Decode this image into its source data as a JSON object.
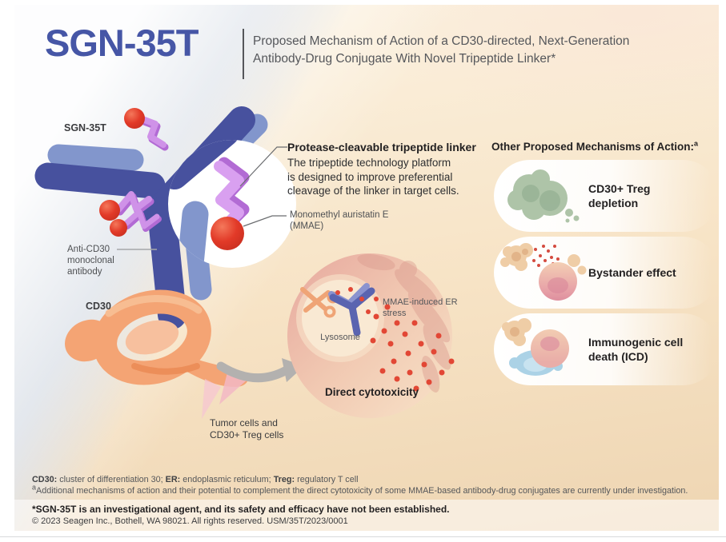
{
  "header": {
    "brand": "SGN-35T",
    "subtitle_lines": [
      "Proposed Mechanism of Action of a CD30-directed, Next-Generation",
      "Antibody-Drug Conjugate With Novel Tripeptide Linker*"
    ]
  },
  "antibody": {
    "label": "SGN-35T",
    "anti_cd30_label": "Anti-CD30 monoclonal antibody",
    "cd30_label": "CD30"
  },
  "linker_callout": {
    "title": "Protease-cleavable tripeptide linker",
    "body_lines": [
      "The tripeptide technology platform",
      "is designed to improve preferential",
      "cleavage of the linker in target cells."
    ],
    "mmae_label": "Monomethyl auristatin E (MMAE)"
  },
  "cell_diagram": {
    "er_stress_label": "MMAE-induced ER stress",
    "lysosome_label": "Lysosome",
    "direct_cytotoxicity_label": "Direct cytotoxicity",
    "tumor_cells_label": "Tumor cells and CD30+ Treg cells"
  },
  "mechanisms_panel": {
    "heading": "Other Proposed Mechanisms of Action:",
    "heading_superscript": "a",
    "items": [
      {
        "label": "CD30+ Treg depletion",
        "icon": "treg-depletion-icon"
      },
      {
        "label": "Bystander effect",
        "icon": "bystander-effect-icon"
      },
      {
        "label": "Immunogenic cell death (ICD)",
        "icon": "immunogenic-cell-death-icon"
      }
    ]
  },
  "footnotes": {
    "t1": "CD30:",
    "d1": " cluster of differentiation 30; ",
    "t2": "ER:",
    "d2": " endoplasmic reticulum; ",
    "t3": "Treg:",
    "d3": " regulatory T cell",
    "note_superscript": "a",
    "note": "Additional mechanisms of action and their potential to complement the direct cytotoxicity of some MMAE-based antibody-drug conjugates are currently under investigation."
  },
  "footer": {
    "disclaimer": "*SGN-35T is an investigational agent, and its safety and efficacy have not been established.",
    "copyright": "© 2023 Seagen Inc., Bothell, WA 98021. All rights reserved. USM/35T/2023/0001"
  },
  "colors": {
    "brand_blue": "#4656A6",
    "antibody_dark_blue": "#47519E",
    "antibody_light_blue": "#8296CC",
    "linker_purple": "#CF92E8",
    "mmae_red": "#E23A28",
    "receptor_orange": "#F4A474",
    "cell_pink": "#E9AFA4",
    "cream_background": "#F7E3C5",
    "blue_gray_background": "#C9D2DF",
    "treg_green": "#AEC4A8",
    "icd_blue": "#ABD2E6"
  }
}
